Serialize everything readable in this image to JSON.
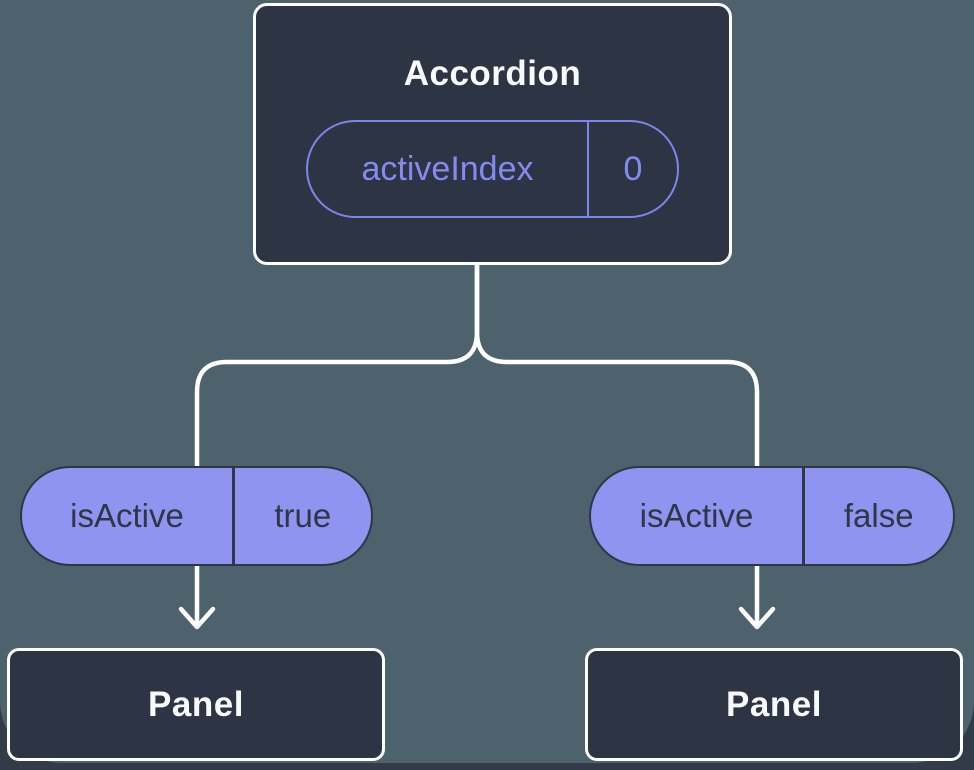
{
  "colors": {
    "page_background": "#333A48",
    "canvas_background": "#4D626D",
    "node_fill": "#2D3443",
    "node_border": "#FCFDFE",
    "node_text": "#F7F9FA",
    "accent_purple": "#7D85EE",
    "accent_purple_text": "#848BF0",
    "pill_fill": "#8F94F1",
    "pill_dark": "#2F3645",
    "connector": "#FFFFFF"
  },
  "tree": {
    "root": {
      "title": "Accordion",
      "prop": {
        "name": "activeIndex",
        "value": "0"
      }
    },
    "children": [
      {
        "prop": {
          "name": "isActive",
          "value": "true"
        },
        "child": {
          "title": "Panel"
        }
      },
      {
        "prop": {
          "name": "isActive",
          "value": "false"
        },
        "child": {
          "title": "Panel"
        }
      }
    ]
  }
}
